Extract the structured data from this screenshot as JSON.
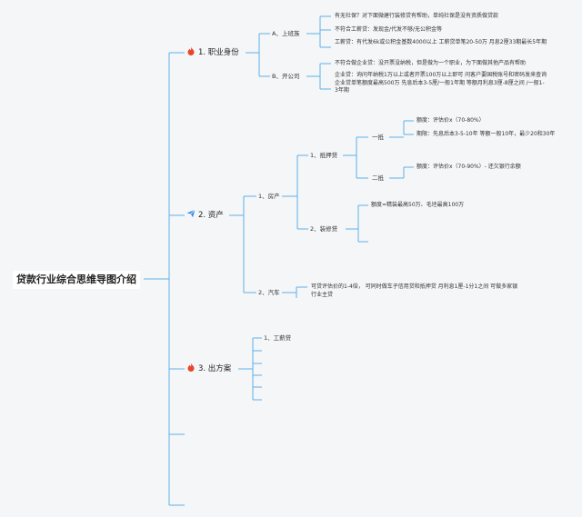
{
  "title": "贷款行业综合思维导图介绍",
  "colors": {
    "line": "#5fb0e8",
    "fire": "#e8452c",
    "plane": "#3a8ee6"
  },
  "branches": [
    {
      "label": "1. 职业身份",
      "icon": "fire-icon",
      "children": [
        {
          "label": "A、上班族",
          "notes": [
            "有无社保？对下面微建行装修贷有帮助，单纯社保是没有资质做贷款",
            "不符合工薪贷：发现金/代发不够/无公积金等",
            "工薪贷：有代发6k或公积金基数4000以上 工薪贷单笔20-50万 月息2厘33期最长5年期"
          ]
        },
        {
          "label": "B、开公司",
          "notes": [
            "不符合做企业贷：没开票没纳税，但是做为一个职业，为下面做其他产品有帮助",
            "企业贷：询问年纳税1万以上或者开票100万以上即可 问客户要国税账号和密码发来查询 企业贷单笔额度最高500万 先息后本3-5厘/一般1年期 等额月利息3厘-8厘之间 /一般1-3年期"
          ]
        }
      ]
    },
    {
      "label": "2. 资产",
      "icon": "paper-plane-icon",
      "children": [
        {
          "label": "1、房产",
          "children": [
            {
              "label": "1、抵押贷",
              "children": [
                {
                  "label": "一抵",
                  "notes": [
                    "额度：评估价x（70-80%）",
                    "期限：先息后本3-5-10年 等额一般10年，最少20和30年"
                  ]
                },
                {
                  "label": "二抵",
                  "notes": [
                    "额度：评估价x（70-90%）- 还欠银行余额"
                  ]
                }
              ]
            },
            {
              "label": "2、装修贷",
              "notes": [
                "额度=精装最高50万、毛坯最高100万"
              ]
            }
          ]
        },
        {
          "label": "2、汽车",
          "notes": [
            "可贷评估价的1-4倍， 可同时做车子信用贷和抵押贷 月利息1厘-1分1之间 可做多家银行业主贷"
          ]
        }
      ]
    },
    {
      "label": "3. 出方案",
      "icon": "fire-icon",
      "children": [
        {
          "label": "1、工薪贷"
        }
      ]
    }
  ]
}
